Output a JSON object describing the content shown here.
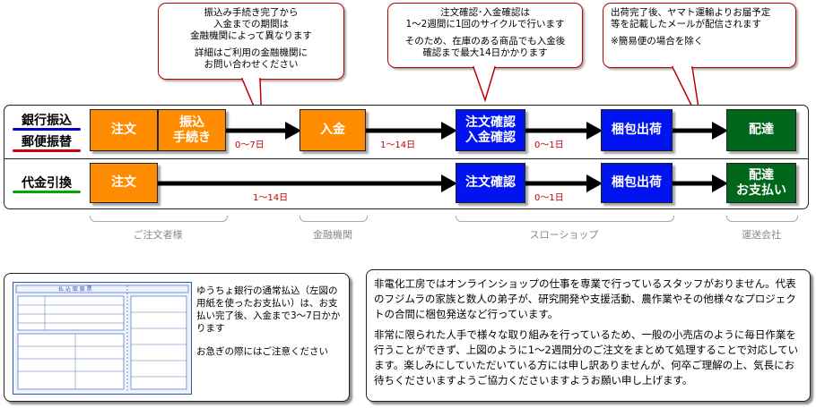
{
  "callouts": {
    "transfer": [
      "振込み手続き完了から\n入金までの期間は\n金融機関によって異なります",
      "詳細はご利用の金融機関に\nお問い合わせください"
    ],
    "confirm": [
      "注文確認･入金確認は\n1～2週間に1回のサイクルで行います",
      "そのため、在庫のある商品でも入金後\n確認まで最大14日かかります"
    ],
    "shipping": [
      "出荷完了後、ヤマト運輸よりお届予定\n等を記載したメールが配信されます",
      "※簡易便の場合を除く"
    ]
  },
  "rows": {
    "bank_label": "銀行振込",
    "postal_label": "郵便振替",
    "cod_label": "代金引換"
  },
  "steps": {
    "order": "注文",
    "transfer": "振込\n手続き",
    "payment": "入金",
    "confirm_both": "注文確認\n入金確認",
    "pack": "梱包出荷",
    "deliver": "配達",
    "cod_order": "注文",
    "cod_confirm": "注文確認",
    "cod_pack": "梱包出荷",
    "cod_deliver": "配達\nお支払い"
  },
  "durations": {
    "d1": "0～7日",
    "d2": "1～14日",
    "d3": "0～1日",
    "d4": "1～14日",
    "d5": "0～1日"
  },
  "actors": {
    "customer": "ご注文者様",
    "bank": "金融機関",
    "shop": "スローショップ",
    "carrier": "運送会社"
  },
  "form_image": {
    "header": "払 込 取 扱 票",
    "caption": "ゆうちょ銀行の通常払込（左図の用紙を使ったお支払い）は、お支払い完了後、入金まで3～7日かかります",
    "caution": "お急ぎの際にはご注意ください"
  },
  "notice": {
    "p1": "非電化工房ではオンラインショップの仕事を専業で行っているスタッフがおりません。代表のフジムラの家族と数人の弟子が、研究開発や支援活動、農作業やその他様々なプロジェクトの合間に梱包発送など行っています。",
    "p2": "非常に限られた人手で様々な取り組みを行っているため、一般の小売店のように毎日作業を行うことができず、上図のように1～2週間分のご注文をまとめて処理することで対応しています。楽しみにしていただいている方には申し訳ありませんが、何卒ご理解の上、気長にお待ちくださいますようご協力くださいますようお願い申し上げます。"
  },
  "colors": {
    "orange": "#ff8c00",
    "blue": "#0014f0",
    "green": "#00661a",
    "callout_border": "#c00000",
    "bank_underline": "#0000cc",
    "postal_underline": "#cc0000",
    "cod_underline": "#00aa00"
  }
}
